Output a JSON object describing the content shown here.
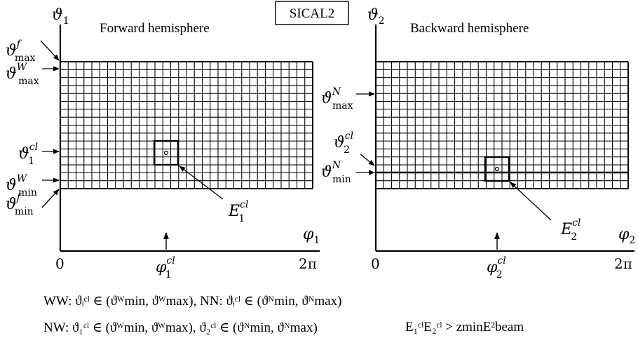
{
  "box_label": "SICAL2",
  "left": {
    "title": "Forward hemisphere",
    "axis_y": {
      "sym": "ϑ",
      "sub": "1"
    },
    "axis_x": {
      "sym": "φ",
      "sub": "1"
    },
    "labels": [
      {
        "sym": "ϑ",
        "sup": "f",
        "sub": "max"
      },
      {
        "sym": "ϑ",
        "sup": "W",
        "sub": "max"
      },
      {
        "sym": "ϑ",
        "sup": "cl",
        "sub": "1"
      },
      {
        "sym": "ϑ",
        "sup": "W",
        "sub": "min"
      },
      {
        "sym": "ϑ",
        "sup": "f",
        "sub": "min"
      }
    ],
    "cluster_label": {
      "sym": "E",
      "sup": "cl",
      "sub": "1"
    },
    "x_ticks": [
      "0",
      "2π"
    ],
    "phi_cl": {
      "sym": "φ",
      "sup": "cl",
      "sub": "1"
    }
  },
  "right": {
    "title": "Backward hemisphere",
    "axis_y": {
      "sym": "ϑ",
      "sub": "2"
    },
    "axis_x": {
      "sym": "φ",
      "sub": "2"
    },
    "labels": [
      {
        "sym": "ϑ",
        "sup": "N",
        "sub": "max"
      },
      {
        "sym": "ϑ",
        "sup": "cl",
        "sub": "2"
      },
      {
        "sym": "ϑ",
        "sup": "N",
        "sub": "min"
      }
    ],
    "cluster_label": {
      "sym": "E",
      "sup": "cl",
      "sub": "2"
    },
    "x_ticks": [
      "0",
      "2π"
    ],
    "phi_cl": {
      "sym": "φ",
      "sup": "cl",
      "sub": "2"
    }
  },
  "footer": {
    "line1": "WW: ϑᵢᶜˡ ∈ (ϑᵂmin, ϑᵂmax),   NN: ϑᵢᶜˡ ∈ (ϑᴺmin, ϑᴺmax)",
    "line2": "NW: ϑ₁ᶜˡ ∈ (ϑᵂmin, ϑᵂmax),  ϑ₂ᶜˡ ∈ (ϑᴺmin, ϑᴺmax)",
    "condition": "E₁ᶜˡE₂ᶜˡ > zminE²beam"
  }
}
